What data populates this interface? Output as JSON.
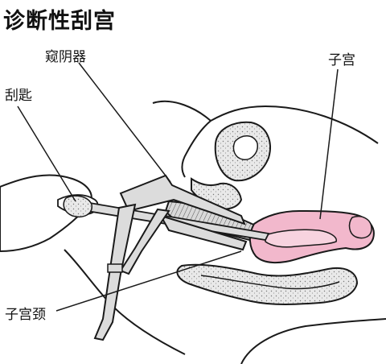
{
  "diagram": {
    "title": "诊断性刮宫",
    "labels": {
      "speculum": "窥阴器",
      "uterus": "子宫",
      "curette": "刮匙",
      "cervix": "子宫颈"
    },
    "colors": {
      "line": "#1a1a1a",
      "uterus_fill": "#f2b8cc",
      "uterus_inner": "#f7d3df",
      "instrument_fill": "#dcdcdc",
      "tissue_fill": "#e6e6e6"
    }
  }
}
